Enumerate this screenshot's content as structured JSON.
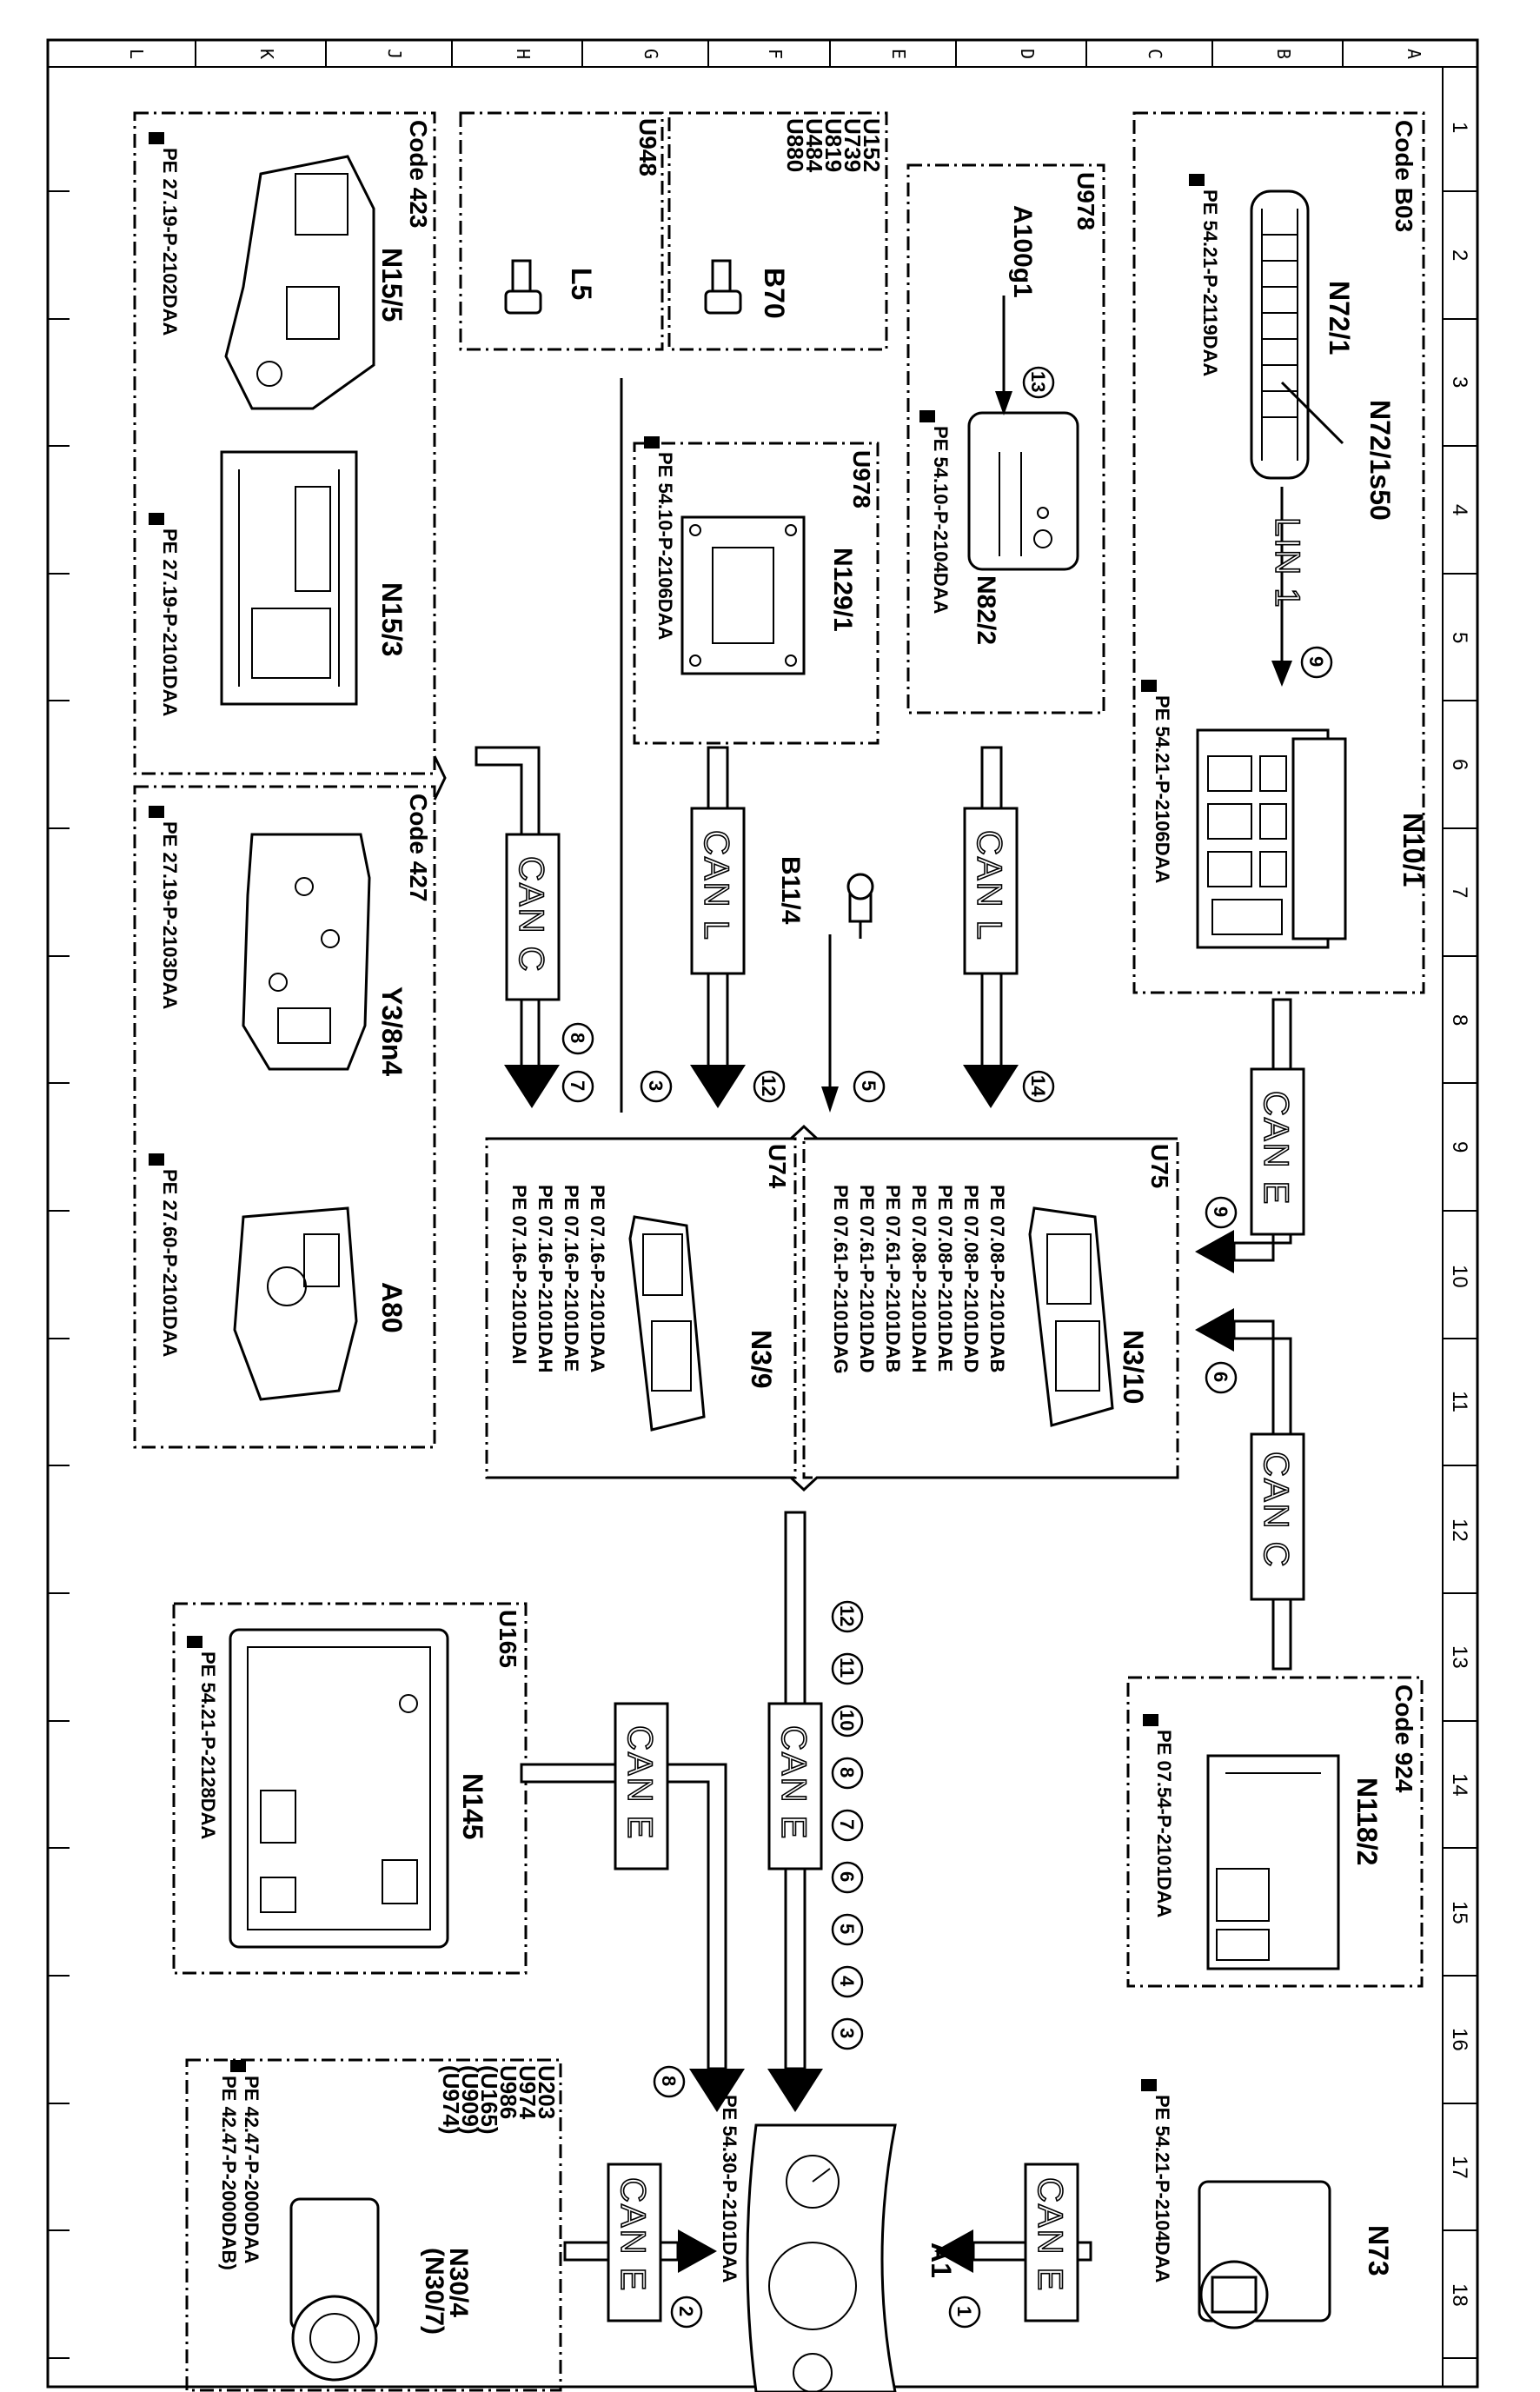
{
  "grid": {
    "letters": [
      "A",
      "B",
      "C",
      "D",
      "E",
      "F",
      "G",
      "H",
      "J",
      "K",
      "L"
    ],
    "numbers": [
      "1",
      "2",
      "3",
      "4",
      "5",
      "6",
      "7",
      "8",
      "9",
      "10",
      "11",
      "12",
      "13",
      "14",
      "15",
      "16",
      "17",
      "18"
    ]
  },
  "boxes": {
    "code_b03": "Code B03",
    "u978_top": "U978",
    "u978_mid": "U978",
    "u152_group": [
      "U152",
      "U739",
      "U819",
      "U484",
      "U880"
    ],
    "u948": "U948",
    "code_423": "Code 423",
    "code_427": "Code 427",
    "u75": "U75",
    "u74": "U74",
    "code_924": "Code 924",
    "u165": "U165",
    "u203_group": [
      "U203",
      "U974",
      "U986",
      "(U165)",
      "(U909)",
      "(U974)"
    ]
  },
  "components": {
    "n72_1": "N72/1",
    "n72_1s50": "N72/1s50",
    "n10_1": "N10/1",
    "a100g1": "A100g1",
    "n82_2": "N82/2",
    "b70": "B70",
    "l5": "L5",
    "n129_1": "N129/1",
    "n15_5": "N15/5",
    "n15_3": "N15/3",
    "y3_8n4": "Y3/8n4",
    "a80": "A80",
    "b11_4": "B11/4",
    "n3_10": "N3/10",
    "n3_9": "N3/9",
    "n118_2": "N118/2",
    "n145": "N145",
    "n73": "N73",
    "a1": "A1",
    "n30_4": "N30/4",
    "n30_7": "(N30/7)"
  },
  "refs": {
    "n72_1": "PE 54.21-P-2119DAA",
    "n10_1": "PE 54.21-P-2106DAA",
    "n82_2": "PE 54.10-P-2104DAA",
    "n129_1": "PE 54.10-P-2106DAA",
    "n15_5": "PE 27.19-P-2102DAA",
    "n15_3": "PE 27.19-P-2101DAA",
    "y3_8n4": "PE 27.19-P-2103DAA",
    "a80": "PE 27.60-P-2101DAA",
    "n3_10": [
      "PE 07.08-P-2101DAB",
      "PE 07.08-P-2101DAD",
      "PE 07.08-P-2101DAE",
      "PE 07.08-P-2101DAH",
      "PE 07.61-P-2101DAB",
      "PE 07.61-P-2101DAD",
      "PE 07.61-P-2101DAG"
    ],
    "n3_9": [
      "PE 07.16-P-2101DAA",
      "PE 07.16-P-2101DAE",
      "PE 07.16-P-2101DAH",
      "PE 07.16-P-2101DAI"
    ],
    "n118_2": "PE 07.54-P-2101DAA",
    "n145": "PE 54.21-P-2128DAA",
    "n73": "PE 54.21-P-2104DAA",
    "a1": "PE 54.30-P-2101DAA",
    "n30_4": [
      "PE 42.47-P-2000DAA",
      "PE 42.47-P-2000DAB)"
    ]
  },
  "buses": {
    "lin1": "LIN 1",
    "can_e_n10": "CAN E",
    "can_c_n118": "CAN C",
    "can_l_n82": "CAN L",
    "can_l_n129": "CAN L",
    "can_c_code": "CAN C",
    "can_e_main": "CAN E",
    "can_e_n145": "CAN E",
    "can_e_n73": "CAN E",
    "can_e_n30": "CAN E"
  },
  "markers": {
    "m_lin": "9",
    "m_can_e_n10": "9",
    "m_can_c_n118": "6",
    "m_a100": "13",
    "m_can_l_n82": "14",
    "m_b11": "5",
    "m_can_l_n129": "12",
    "m_l5": "3",
    "m_code_7": "7",
    "m_code_8": "8",
    "m_n145": "8",
    "m_n73": "1",
    "m_n30": "2",
    "main_stack": [
      "12",
      "11",
      "10",
      "8",
      "7",
      "6",
      "5",
      "4",
      "3"
    ]
  }
}
